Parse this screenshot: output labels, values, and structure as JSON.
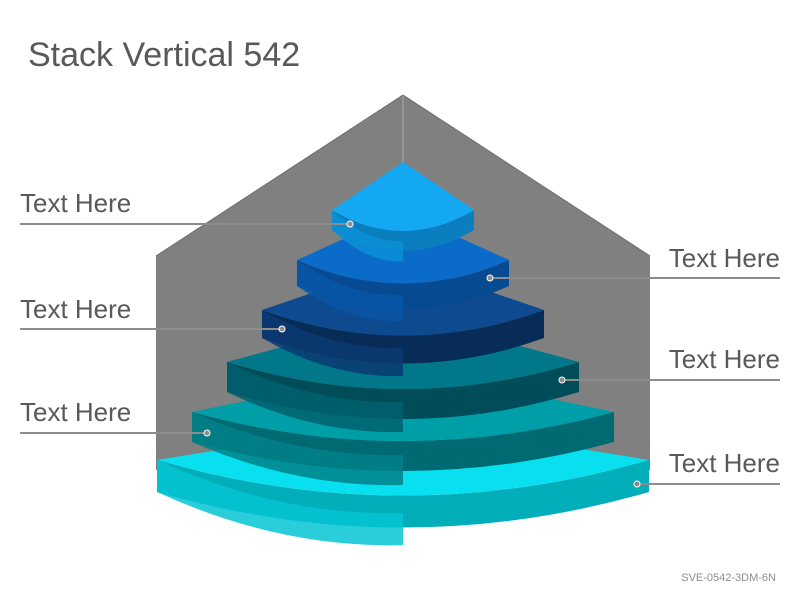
{
  "title": "Stack Vertical 542",
  "labels": {
    "left": [
      "Text Here",
      "Text Here",
      "Text Here"
    ],
    "right": [
      "Text Here",
      "Text Here",
      "Text Here"
    ]
  },
  "footer_code": "SVE-0542-3DM-6N",
  "colors": {
    "background_panel": "#808080",
    "leader_line": "#8c8c8c",
    "tiers": [
      {
        "top": "#14A8F2",
        "side": "#0A8FD6",
        "front": "#0B7EC0"
      },
      {
        "top": "#0A6BC9",
        "side": "#0756A6",
        "front": "#064A92"
      },
      {
        "top": "#0E4A8F",
        "side": "#0A3A72",
        "front": "#072C58"
      },
      {
        "top": "#00788A",
        "side": "#00606F",
        "front": "#004D59"
      },
      {
        "top": "#009FA8",
        "side": "#008088",
        "front": "#006A72"
      },
      {
        "top": "#08E0F0",
        "side": "#05C4D4",
        "front": "#03AEBB"
      }
    ]
  }
}
